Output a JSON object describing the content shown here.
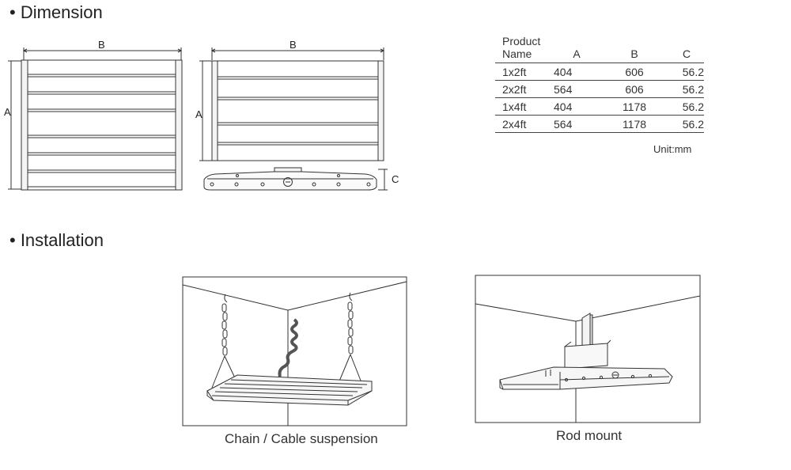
{
  "dimension": {
    "heading": "• Dimension",
    "label_b_front": "B",
    "label_a_front": "A",
    "label_b_back": "B",
    "label_a_back": "A",
    "label_c": "C"
  },
  "spec_table": {
    "headers": [
      "Product\nName",
      "A",
      "B",
      "C"
    ],
    "rows": [
      [
        "1x2ft",
        "404",
        "606",
        "56.2"
      ],
      [
        "2x2ft",
        "564",
        "606",
        "56.2"
      ],
      [
        "1x4ft",
        "404",
        "1178",
        "56.2"
      ],
      [
        "2x4ft",
        "564",
        "1178",
        "56.2"
      ]
    ],
    "unit": "Unit:mm"
  },
  "installation": {
    "heading": "• Installation",
    "caption_chain": "Chain / Cable suspension",
    "caption_rod": "Rod mount"
  },
  "colors": {
    "line": "#333333",
    "panel_fill": "#f4f4f4"
  }
}
